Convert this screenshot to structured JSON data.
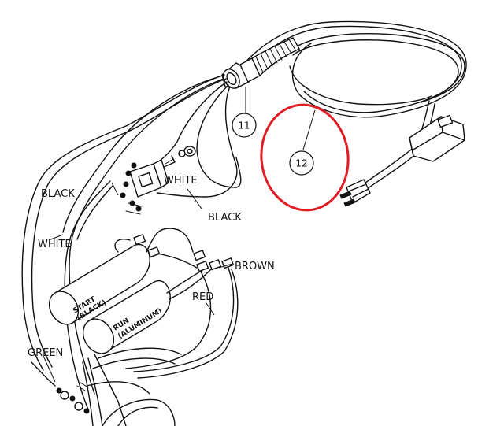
{
  "diagram": {
    "wire_labels": {
      "black_left": "BLACK",
      "white_left": "WHITE",
      "white_switch": "WHITE",
      "black_switch": "BLACK",
      "brown": "BROWN",
      "red": "RED",
      "green": "GREEN"
    },
    "capacitor_labels": {
      "start_line1": "START",
      "start_line2": "(BLACK)",
      "run_line1": "RUN",
      "run_line2": "(ALUMINUM)"
    },
    "callouts": {
      "strain_relief": "11",
      "power_cord": "12"
    },
    "highlight_color": "#e01b24"
  }
}
